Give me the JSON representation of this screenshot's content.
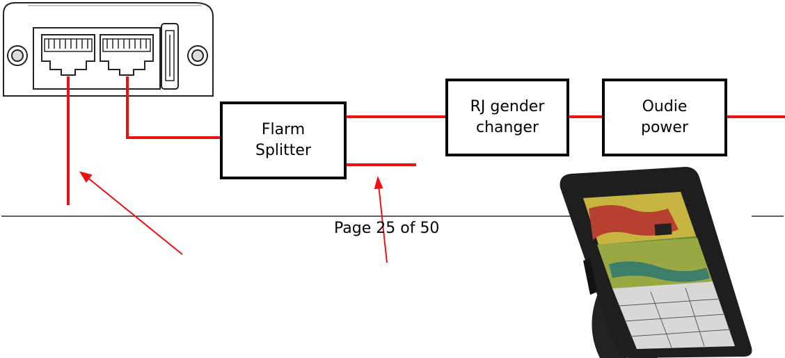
{
  "diagram": {
    "boxes": {
      "flarm_splitter": {
        "line1": "Flarm",
        "line2": "Splitter"
      },
      "rj_gender_changer": {
        "line1": "RJ gender",
        "line2": "changer"
      },
      "oudie_power": {
        "line1": "Oudie",
        "line2": "power"
      }
    },
    "colors": {
      "cable": "#ee1111",
      "arrow": "#ee1111",
      "outline": "#000000"
    }
  },
  "footer": {
    "page_label": "Page 25 of 50"
  }
}
